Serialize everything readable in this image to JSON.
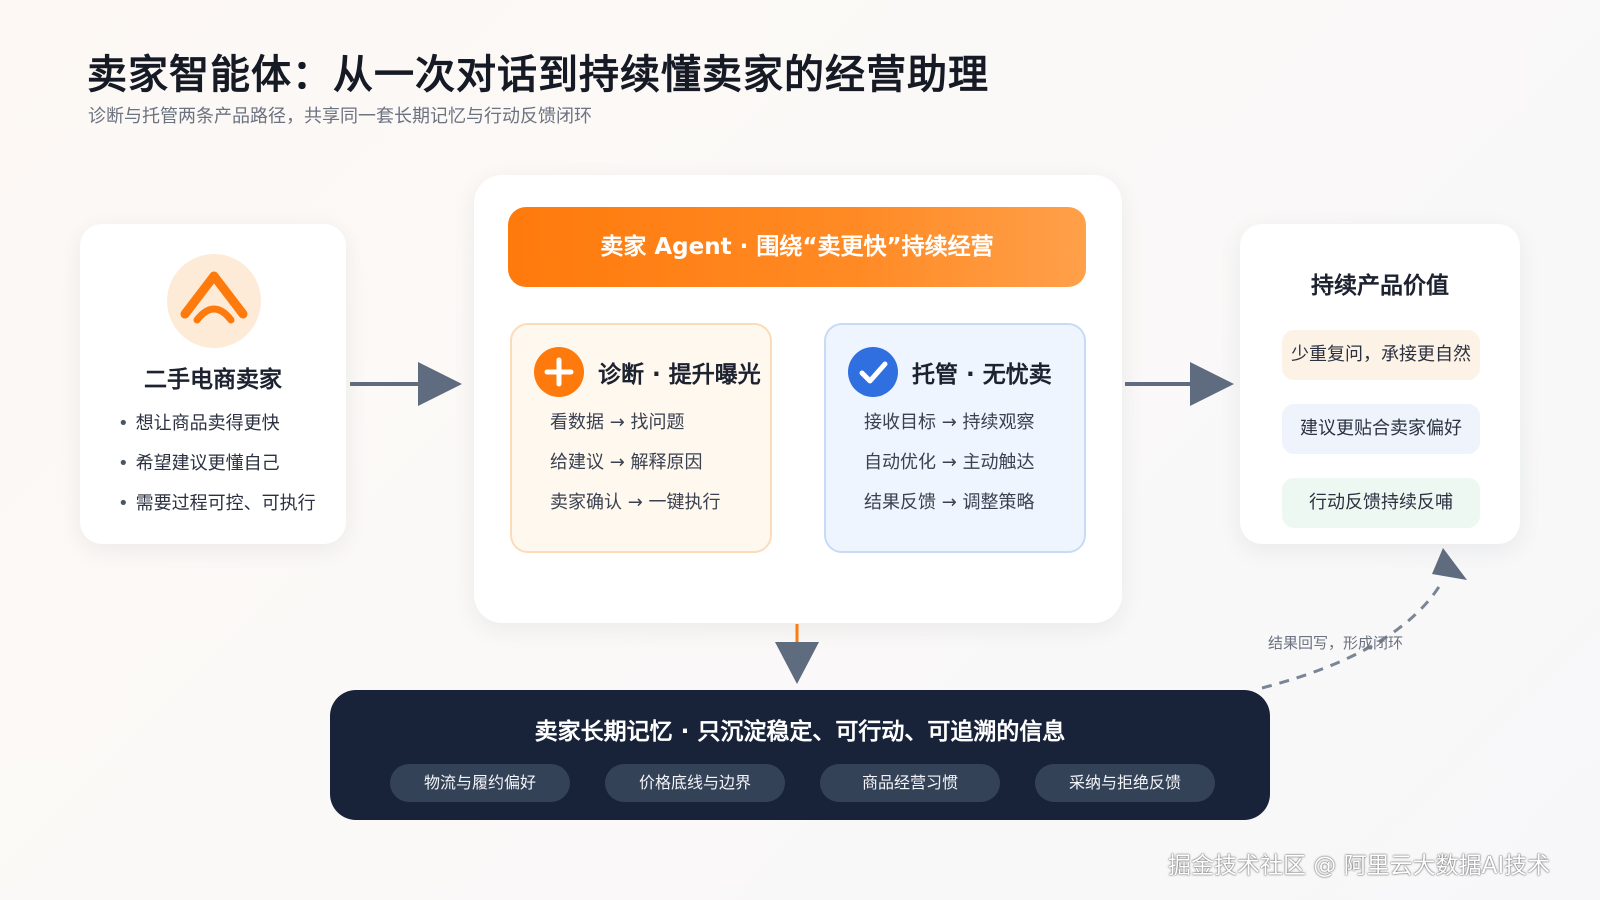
{
  "header": {
    "title": "卖家智能体：从一次对话到持续懂卖家的经营助理",
    "subtitle": "诊断与托管两条产品路径，共享同一套长期记忆与行动反馈闭环"
  },
  "seller": {
    "icon": "chevron-up-icon",
    "title": "二手电商卖家",
    "bullets": [
      "想让商品卖得更快",
      "希望建议更懂自己",
      "需要过程可控、可执行"
    ]
  },
  "agent": {
    "banner": "卖家 Agent · 围绕“卖更快”持续经营",
    "diagnosis": {
      "icon": "plus-icon",
      "title": "诊断 · 提升曝光",
      "lines": [
        "看数据 → 找问题",
        "给建议 → 解释原因",
        "卖家确认 → 一键执行"
      ]
    },
    "hosting": {
      "icon": "check-icon",
      "title": "托管 · 无忧卖",
      "lines": [
        "接收目标 → 持续观察",
        "自动优化 → 主动触达",
        "结果反馈 → 调整策略"
      ]
    }
  },
  "value": {
    "title": "持续产品价值",
    "items": [
      "少重复问，承接更自然",
      "建议更贴合卖家偏好",
      "行动反馈持续反哺"
    ]
  },
  "memory": {
    "title": "卖家长期记忆 · 只沉淀稳定、可行动、可追溯的信息",
    "tags": [
      "物流与履约偏好",
      "价格底线与边界",
      "商品经营习惯",
      "采纳与拒绝反馈"
    ]
  },
  "loop_label": "结果回写，形成闭环",
  "watermark": "掘金技术社区 @ 阿里云大数据AI技术",
  "colors": {
    "accent_orange": "#ff7a0c",
    "accent_blue": "#2f6fe0",
    "memory_bg": "#18233a",
    "arrow": "#5f6b7e"
  }
}
